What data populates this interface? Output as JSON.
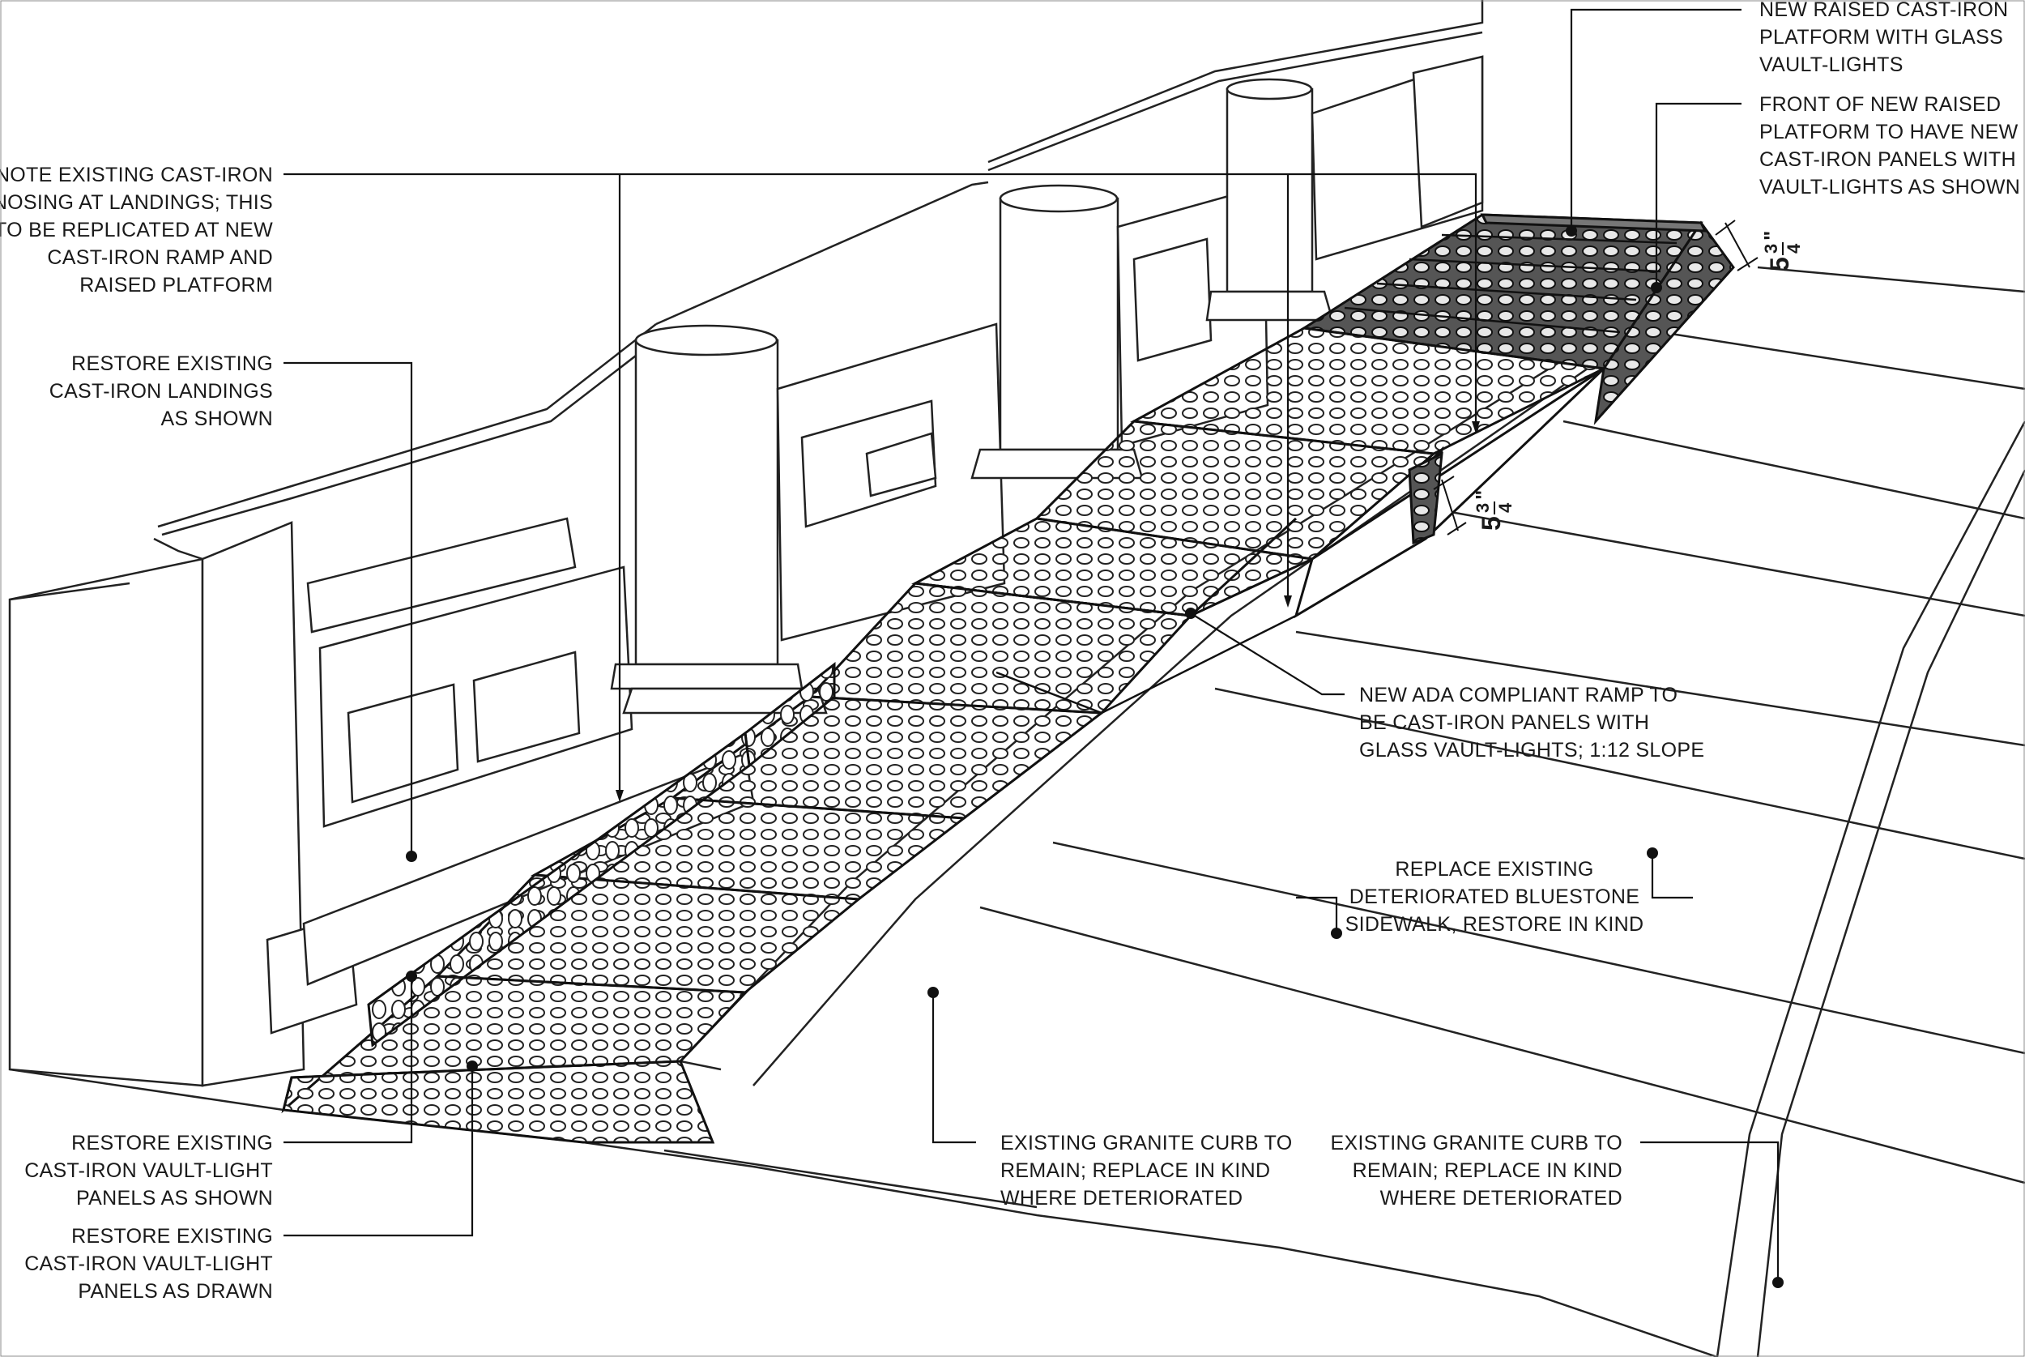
{
  "notes": {
    "nosing": [
      "NOTE EXISTING CAST-IRON",
      "NOSING AT LANDINGS; THIS",
      "TO BE REPLICATED AT NEW",
      "CAST-IRON RAMP AND",
      "RAISED PLATFORM"
    ],
    "landings": [
      "RESTORE EXISTING",
      "CAST-IRON LANDINGS",
      "AS SHOWN"
    ],
    "panels_shown": [
      "RESTORE EXISTING",
      "CAST-IRON VAULT-LIGHT",
      "PANELS AS SHOWN"
    ],
    "panels_drawn": [
      "RESTORE EXISTING",
      "CAST-IRON VAULT-LIGHT",
      "PANELS AS DRAWN"
    ],
    "platform": [
      "NEW RAISED CAST-IRON",
      "PLATFORM WITH GLASS",
      "VAULT-LIGHTS"
    ],
    "platform_front": [
      "FRONT OF NEW RAISED",
      "PLATFORM TO HAVE NEW",
      "CAST-IRON PANELS WITH",
      "VAULT-LIGHTS AS SHOWN"
    ],
    "ramp": [
      "NEW ADA COMPLIANT RAMP TO",
      "BE CAST-IRON PANELS WITH",
      "GLASS VAULT-LIGHTS; 1:12 SLOPE"
    ],
    "bluestone": [
      "REPLACE EXISTING",
      "DETERIORATED BLUESTONE",
      "SIDEWALK, RESTORE  IN KIND"
    ],
    "curb_left": [
      "EXISTING GRANITE CURB TO",
      "REMAIN; REPLACE IN KIND",
      "WHERE DETERIORATED"
    ],
    "curb_right": [
      "EXISTING GRANITE CURB TO",
      "REMAIN; REPLACE IN KIND",
      "WHERE DETERIORATED"
    ]
  },
  "dimensions": {
    "platform_height": {
      "whole": "5",
      "num": "3",
      "den": "4",
      "unit": "\""
    },
    "ramp_end_height": {
      "whole": "5",
      "num": "3",
      "den": "4",
      "unit": "\""
    }
  }
}
